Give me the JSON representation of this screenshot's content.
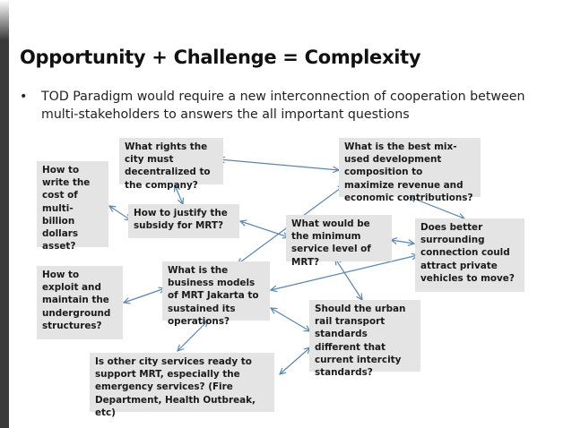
{
  "slide": {
    "title": "Opportunity + Challenge = Complexity",
    "bullet_symbol": "•",
    "bullet_text": "TOD Paradigm would require a new interconnection of cooperation between multi-stakeholders to answers the all important questions"
  },
  "diagram": {
    "boxes": [
      {
        "id": "write-cost",
        "text": "How to write the cost of multi-billion dollars asset?"
      },
      {
        "id": "rights",
        "text": "What rights the city must decentralized to the company?"
      },
      {
        "id": "subsidy",
        "text": "How to justify the subsidy for MRT?"
      },
      {
        "id": "mix-used",
        "text": "What is the best mix-used development composition to maximize revenue and economic contributions?"
      },
      {
        "id": "min-service",
        "text": "What would be the minimum service level of MRT?"
      },
      {
        "id": "surrounding",
        "text": "Does better surrounding connection could attract private vehicles to move?"
      },
      {
        "id": "exploit",
        "text": "How to exploit and maintain the underground structures?"
      },
      {
        "id": "business",
        "text": "What is the business models of MRT Jakarta to sustained its operations?"
      },
      {
        "id": "urban-rail",
        "text": "Should the urban rail transport standards different that current intercity standards?"
      },
      {
        "id": "city-services",
        "text": "Is other city services ready to support MRT, especially the emergency services? (Fire Department, Health Outbreak, etc)"
      }
    ],
    "connector_color": "#5a86ad",
    "box_color": "#e4e4e4"
  }
}
